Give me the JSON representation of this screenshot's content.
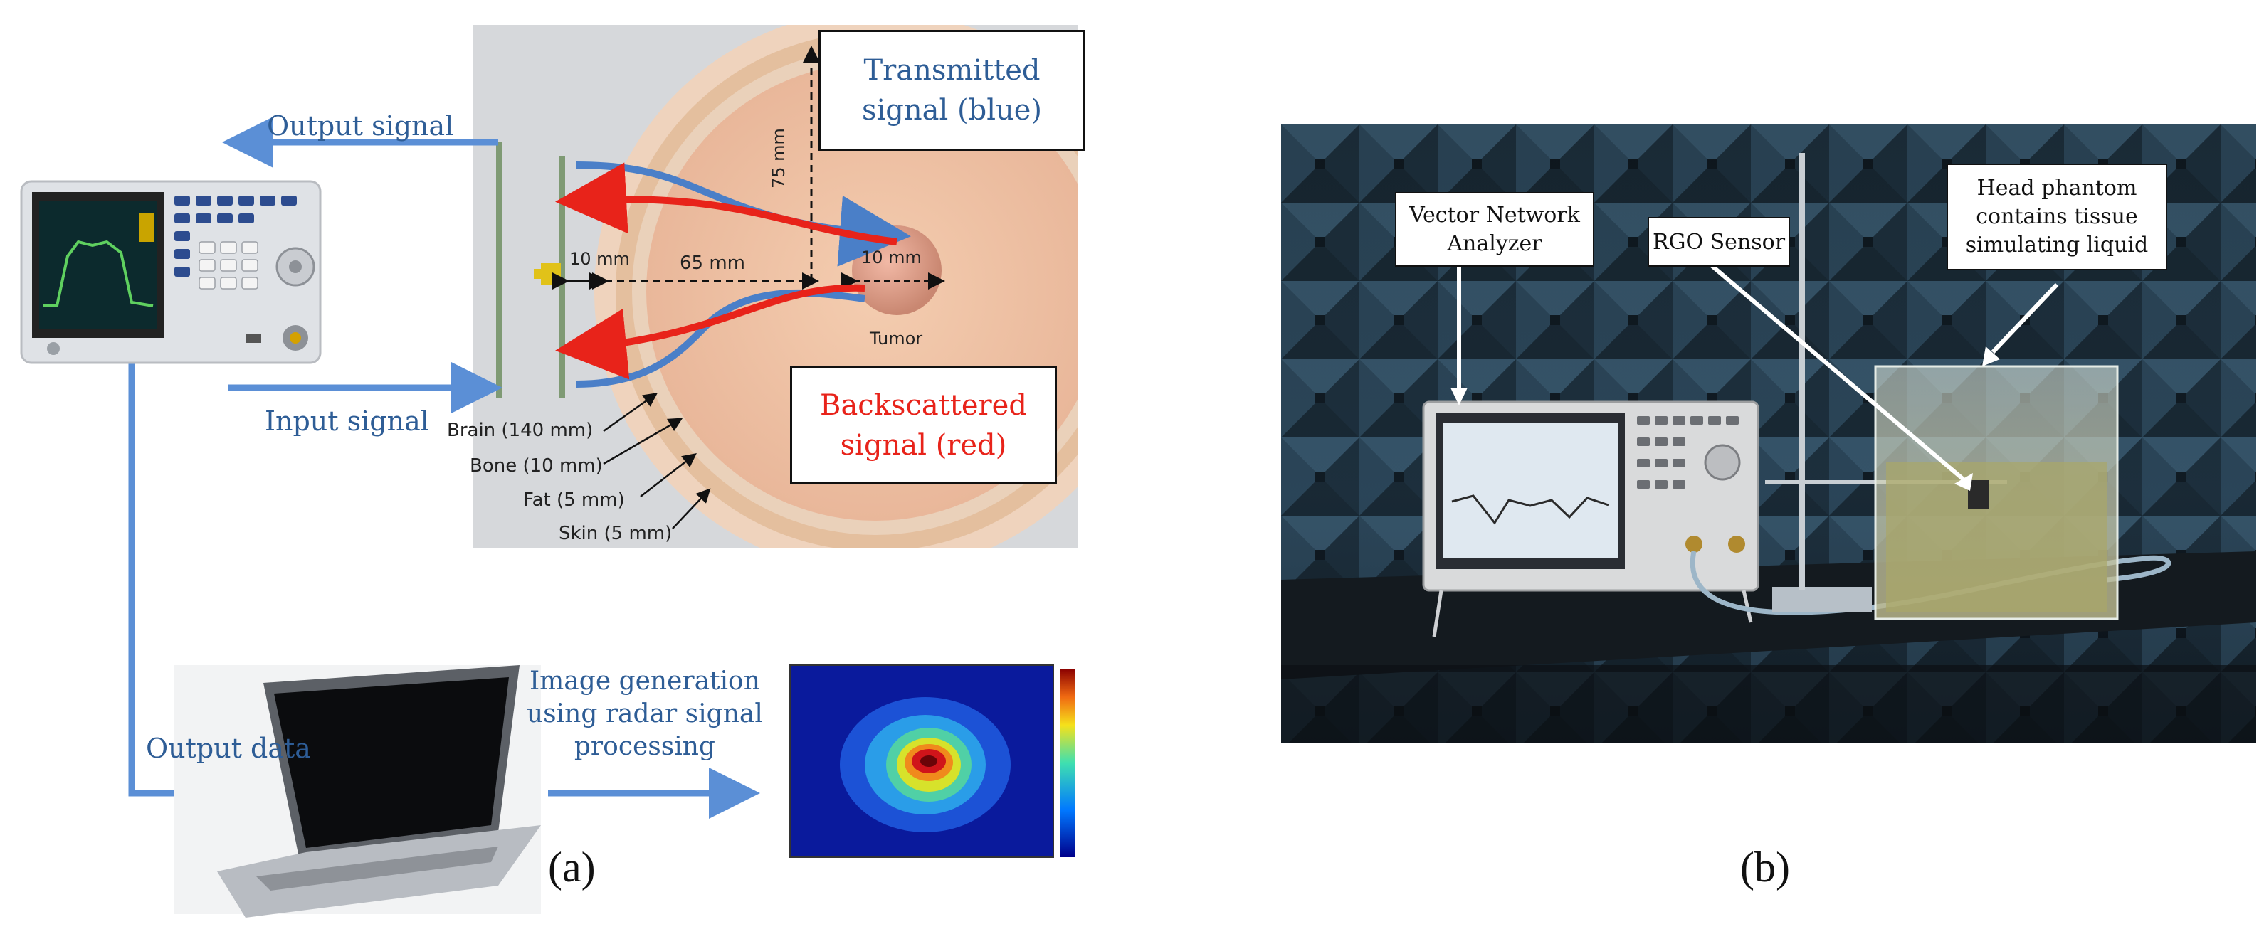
{
  "panel_a": {
    "caption": "(a)",
    "labels": {
      "output_signal": "Output signal",
      "input_signal": "Input signal",
      "output_data": "Output data",
      "image_generation": "Image generation\nusing radar signal\nprocessing"
    },
    "transmitted_box": "Transmitted\nsignal (blue)",
    "backscattered_box": "Backscattered\nsignal (red)",
    "dimensions": {
      "d1": "10 mm",
      "d2": "65 mm",
      "d3": "10 mm",
      "d4": "75 mm"
    },
    "tumor": "Tumor",
    "layers": [
      "Brain (140 mm)",
      "Bone (10 mm)",
      "Fat (5 mm)",
      "Skin (5 mm)"
    ],
    "colors": {
      "transmitted": "#4a7fc8",
      "backscattered": "#e8231a",
      "connector": "#5b8fd6",
      "label_text": "#2e5d96"
    }
  },
  "panel_b": {
    "caption": "(b)",
    "vna_box": "Vector Network\nAnalyzer",
    "rgo_box": "RGO Sensor",
    "head_box": "Head phantom\ncontains tissue\nsimulating liquid"
  }
}
